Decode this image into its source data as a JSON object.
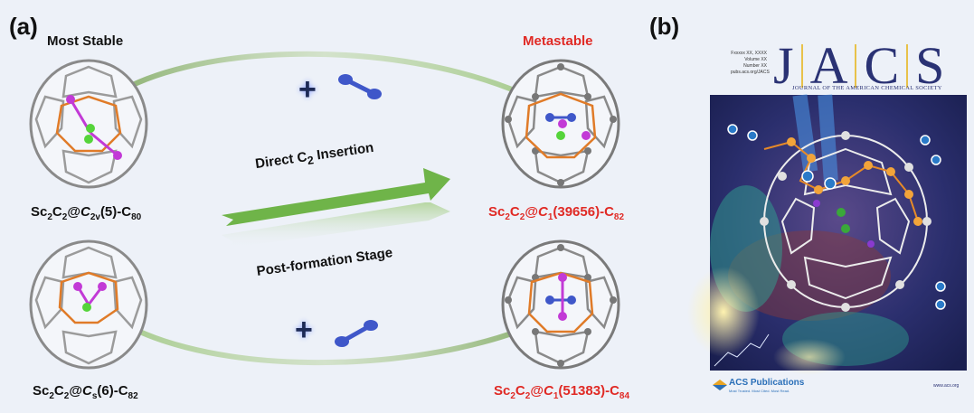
{
  "panel_a": {
    "label": "(a)",
    "left_header": "Most Stable",
    "right_header": "Metastable",
    "structures": {
      "top_left": {
        "main": "Sc",
        "s1": "2",
        "m2": "C",
        "s2": "2",
        "m3": "@",
        "sym": "C",
        "sym_sub": "2v",
        "rest": "(5)-C",
        "cage": "80"
      },
      "bottom_left": {
        "main": "Sc",
        "s1": "2",
        "m2": "C",
        "s2": "2",
        "m3": "@",
        "sym": "C",
        "sym_sub": "s",
        "rest": "(6)-C",
        "cage": "82"
      },
      "top_right": {
        "main": "Sc",
        "s1": "2",
        "m2": "C",
        "s2": "2",
        "m3": "@",
        "sym": "C",
        "sym_sub": "1",
        "rest": "(39656)-C",
        "cage": "82"
      },
      "bottom_right": {
        "main": "Sc",
        "s1": "2",
        "m2": "C",
        "s2": "2",
        "m3": "@",
        "sym": "C",
        "sym_sub": "1",
        "rest": "(51383)-C",
        "cage": "84"
      }
    },
    "arrow_top": {
      "pre": "Direct C",
      "sub": "2",
      "post": " Insertion"
    },
    "arrow_bottom": "Post-formation Stage",
    "plus_symbol": "+",
    "colors": {
      "arrow_green": "#6fb449",
      "metastable_red": "#e02a25",
      "cage_orange": "#e07b28",
      "c2_blue": "#3f57c9",
      "sc_magenta": "#c23ad6",
      "c_green": "#55d43a"
    }
  },
  "panel_b": {
    "label": "(b)",
    "journal_letters": [
      "J",
      "A",
      "C",
      "S"
    ],
    "journal_fullname": "JOURNAL OF THE AMERICAN CHEMICAL SOCIETY",
    "issue_info": [
      "Fxxxxx XX, XXXX",
      "Volume XX",
      "Number XX",
      "pubs.acs.org/JACS"
    ],
    "publisher": "ACS Publications",
    "publisher_tagline": "Most Trusted. Most Cited. Most Read.",
    "website": "www.acs.org"
  }
}
